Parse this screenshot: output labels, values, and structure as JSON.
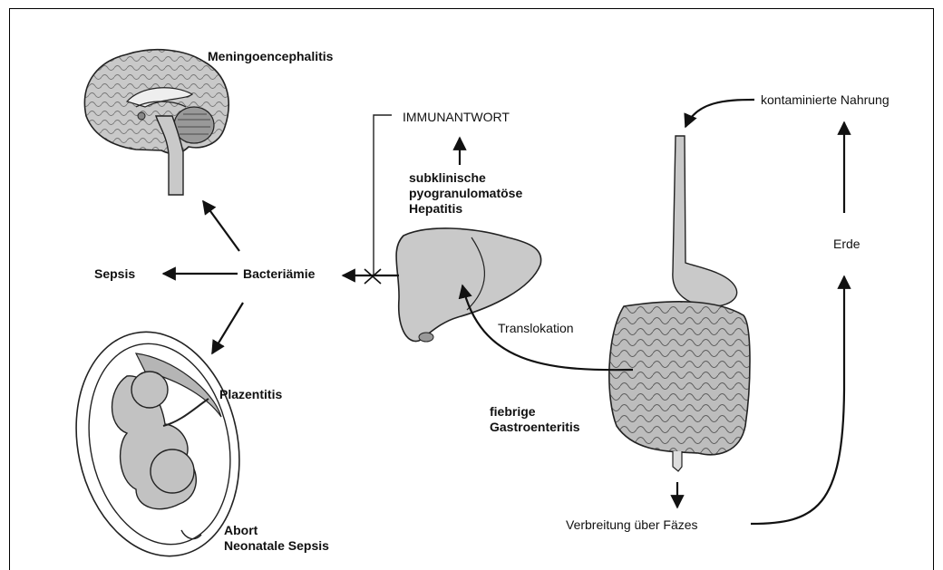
{
  "labels": {
    "meningo": "Meningoencephalitis",
    "immun": "IMMUNANTWORT",
    "kontam": "kontaminierte Nahrung",
    "hepatitis": "subklinische\npyogranulomatöse\nHepatitis",
    "erde": "Erde",
    "sepsis": "Sepsis",
    "bacteriaemie": "Bacteriämie",
    "translokation": "Translokation",
    "plazentitis": "Plazentitis",
    "gastro": "fiebrige\nGastroenteritis",
    "faezes": "Verbreitung über Fäzes",
    "abort": "Abort\nNeonatale Sepsis"
  },
  "illustrations": [
    "brain",
    "uterus-with-fetus",
    "liver",
    "stomach-and-intestines"
  ]
}
